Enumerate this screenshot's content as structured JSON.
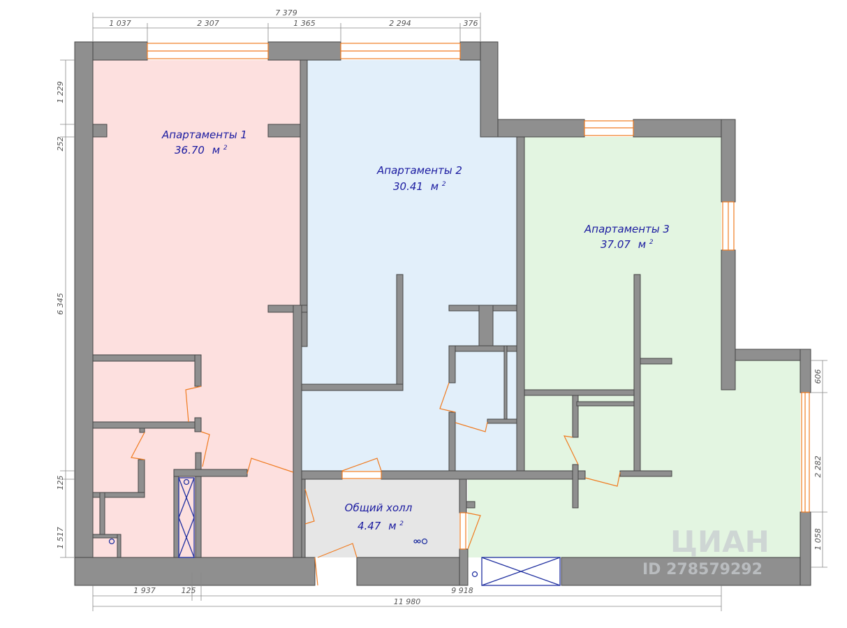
{
  "rooms": [
    {
      "name": "Апартаменты 1",
      "area_value": "36.70",
      "color": "#fde0df"
    },
    {
      "name": "Апартаменты 2",
      "area_value": "30.41",
      "color": "#e2effa"
    },
    {
      "name": "Апартаменты 3",
      "area_value": "37.07",
      "color": "#e3f5e1"
    },
    {
      "name": "Общий холл",
      "area_value": "4.47",
      "color": "#e6e6e6"
    }
  ],
  "area_unit": "м",
  "area_unit_sup": "2",
  "dims_top": {
    "total": "7 379",
    "segments": [
      "1 037",
      "2 307",
      "1 365",
      "2 294",
      "376"
    ]
  },
  "dims_left": [
    "1 229",
    "252",
    "6 345",
    "125",
    "1 517"
  ],
  "dims_bottom": {
    "total": "11 980",
    "segments": [
      "1 937",
      "125",
      "9 918"
    ]
  },
  "dims_right": [
    "606",
    "2 282",
    "1 058"
  ],
  "watermark": {
    "brand": "ЦИАН",
    "id": "ID 278579292"
  },
  "colors": {
    "wall": "#8f8f8f",
    "wall_stroke": "#444444",
    "door": "#f07b20",
    "shaft": "#2030a0",
    "text": "#1a1aa0"
  }
}
